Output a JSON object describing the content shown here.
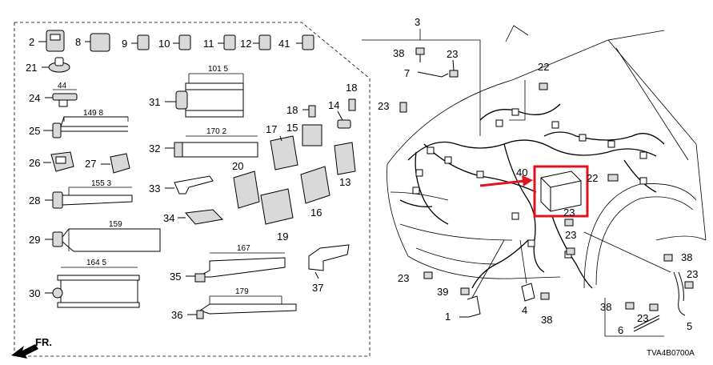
{
  "labels": {
    "p1": "1",
    "p2": "2",
    "p3": "3",
    "p4": "4",
    "p5": "5",
    "p6": "6",
    "p7": "7",
    "p8": "8",
    "p9": "9",
    "p10": "10",
    "p11": "11",
    "p12": "12",
    "p13": "13",
    "p14": "14",
    "p15": "15",
    "p16": "16",
    "p17": "17",
    "p18": "18",
    "p18b": "18",
    "p19": "19",
    "p20": "20",
    "p21": "21",
    "p22": "22",
    "p22b": "22",
    "p23a": "23",
    "p23b": "23",
    "p23c": "23",
    "p23d": "23",
    "p23e": "23",
    "p23f": "23",
    "p23g": "23",
    "p24": "24",
    "p25": "25",
    "p26": "26",
    "p27": "27",
    "p28": "28",
    "p29": "29",
    "p30": "30",
    "p31": "31",
    "p32": "32",
    "p33": "33",
    "p34": "34",
    "p35": "35",
    "p36": "36",
    "p37": "37",
    "p38a": "38",
    "p38b": "38",
    "p38c": "38",
    "p38d": "38",
    "p39": "39",
    "p40": "40",
    "p41": "41"
  },
  "dimensions": {
    "d44": "44",
    "d1498": "149 8",
    "d1553": "155 3",
    "d159": "159",
    "d1645": "164 5",
    "d1015": "101 5",
    "d1702": "170 2",
    "d167": "167",
    "d179": "179"
  },
  "direction_label": "FR.",
  "diagram_code": "TVA4B0700A",
  "highlight_color": "#e0141e"
}
